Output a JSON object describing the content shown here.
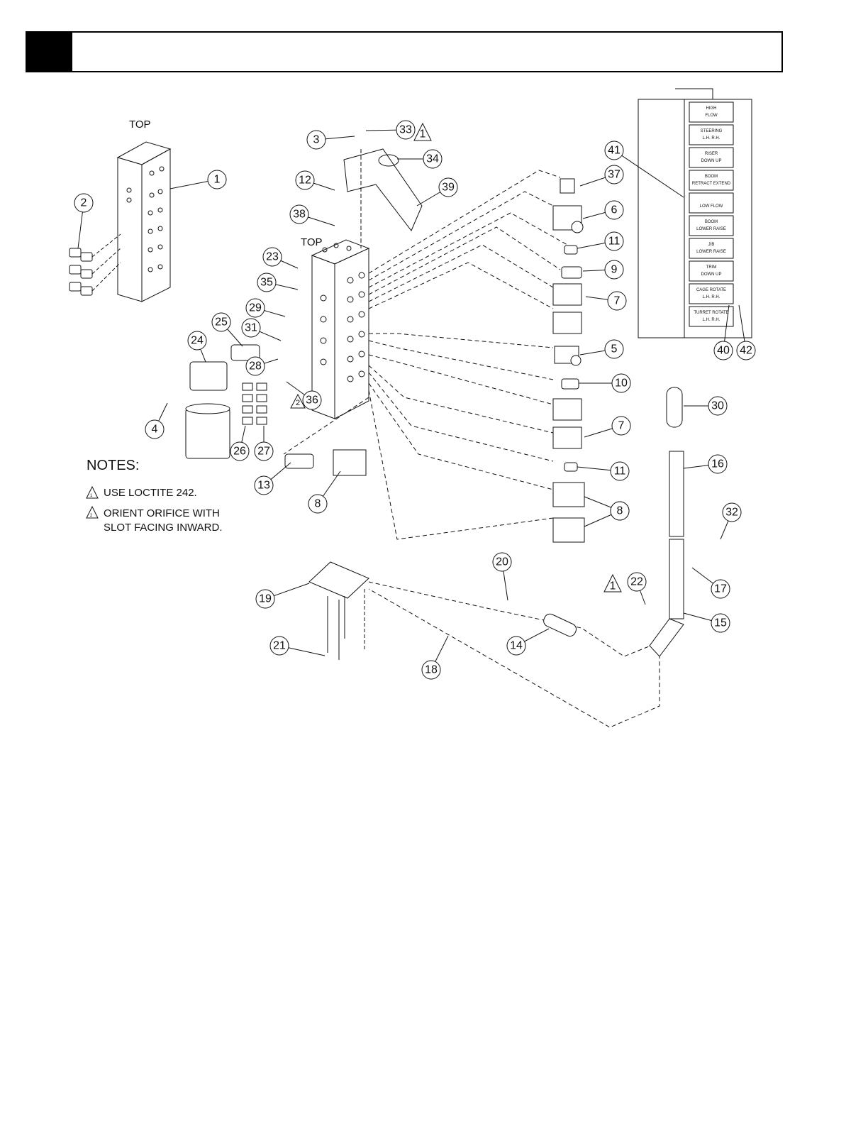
{
  "header": {
    "title": ""
  },
  "labels": {
    "top_left": "TOP",
    "top_center": "TOP"
  },
  "notes": {
    "title": "NOTES:",
    "items": [
      {
        "marker": "1",
        "text": "USE LOCTITE 242."
      },
      {
        "marker": "2",
        "text": "ORIENT ORIFICE WITH"
      },
      {
        "marker": "",
        "text": "SLOT FACING INWARD."
      }
    ]
  },
  "callouts": [
    "1",
    "2",
    "3",
    "4",
    "5",
    "6",
    "7",
    "7",
    "8",
    "8",
    "8",
    "9",
    "10",
    "11",
    "11",
    "12",
    "13",
    "14",
    "15",
    "16",
    "17",
    "18",
    "19",
    "20",
    "21",
    "22",
    "23",
    "24",
    "25",
    "26",
    "27",
    "28",
    "29",
    "30",
    "31",
    "32",
    "33",
    "34",
    "35",
    "36",
    "37",
    "38",
    "39",
    "40",
    "41",
    "42"
  ],
  "control_panel": {
    "rows": [
      {
        "l1": "HIGH",
        "l2": "FLOW"
      },
      {
        "l1": "STEERING",
        "l2": "L.H.      R.H."
      },
      {
        "l1": "RISER",
        "l2": "DOWN       UP"
      },
      {
        "l1": "BOOM",
        "l2": "RETRACT  EXTEND"
      },
      {
        "l1": "",
        "l2": "LOW FLOW"
      },
      {
        "l1": "BOOM",
        "l2": "LOWER   RAISE"
      },
      {
        "l1": "JIB",
        "l2": "LOWER   RAISE"
      },
      {
        "l1": "TRIM",
        "l2": "DOWN      UP"
      },
      {
        "l1": "CAGE ROTATE",
        "l2": "L.H.    R.H."
      },
      {
        "l1": "TURRET ROTATE",
        "l2": "L.H.    R.H."
      }
    ]
  },
  "warning_markers": {
    "tri1": "1",
    "tri2": "2"
  }
}
